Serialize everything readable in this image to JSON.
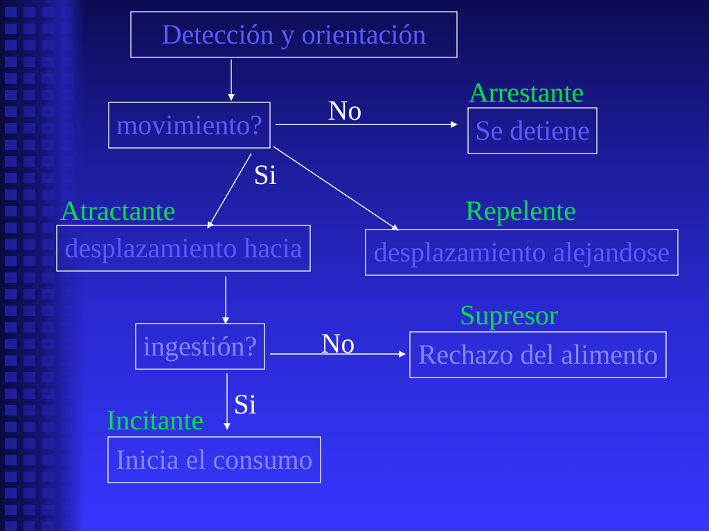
{
  "colors": {
    "background": "#2a2ad2",
    "node_text_primary": "#5a5aff",
    "node_text_faded": "#8484ff",
    "class_label": "#00e04a",
    "edge_label": "#ffffff",
    "box_border": "#ffffff"
  },
  "nodes": [
    {
      "id": "deteccion",
      "text": "Detección y orientación",
      "tone": "primary"
    },
    {
      "id": "movimiento",
      "text": "movimiento?",
      "tone": "primary"
    },
    {
      "id": "se-detiene",
      "text": "Se detiene",
      "tone": "primary"
    },
    {
      "id": "desplazamiento-hacia",
      "text": "desplazamiento hacia",
      "tone": "primary"
    },
    {
      "id": "desplazamiento-alejandose",
      "text": "desplazamiento alejandose",
      "tone": "primary"
    },
    {
      "id": "ingestion",
      "text": "ingestión?",
      "tone": "faded"
    },
    {
      "id": "rechazo",
      "text": "Rechazo del alimento",
      "tone": "faded"
    },
    {
      "id": "inicia-consumo",
      "text": "Inicia el consumo",
      "tone": "faded"
    }
  ],
  "class_labels": [
    {
      "id": "arrestante",
      "text": "Arrestante"
    },
    {
      "id": "atractante",
      "text": "Atractante"
    },
    {
      "id": "repelente",
      "text": "Repelente"
    },
    {
      "id": "supresor",
      "text": "Supresor"
    },
    {
      "id": "incitante",
      "text": "Incitante"
    }
  ],
  "edges": [
    {
      "id": "deteccion-to-movimiento",
      "from": "deteccion",
      "to": "movimiento",
      "label": ""
    },
    {
      "id": "movimiento-to-se-detiene",
      "from": "movimiento",
      "to": "se-detiene",
      "label": "No"
    },
    {
      "id": "movimiento-to-hacia",
      "from": "movimiento",
      "to": "desplazamiento-hacia",
      "label": "Si"
    },
    {
      "id": "movimiento-to-alejandose",
      "from": "movimiento",
      "to": "desplazamiento-alejandose",
      "label": ""
    },
    {
      "id": "hacia-to-ingestion",
      "from": "desplazamiento-hacia",
      "to": "ingestion",
      "label": ""
    },
    {
      "id": "ingestion-to-rechazo",
      "from": "ingestion",
      "to": "rechazo",
      "label": "No"
    },
    {
      "id": "ingestion-to-consumo",
      "from": "ingestion",
      "to": "inicia-consumo",
      "label": "Si"
    }
  ]
}
